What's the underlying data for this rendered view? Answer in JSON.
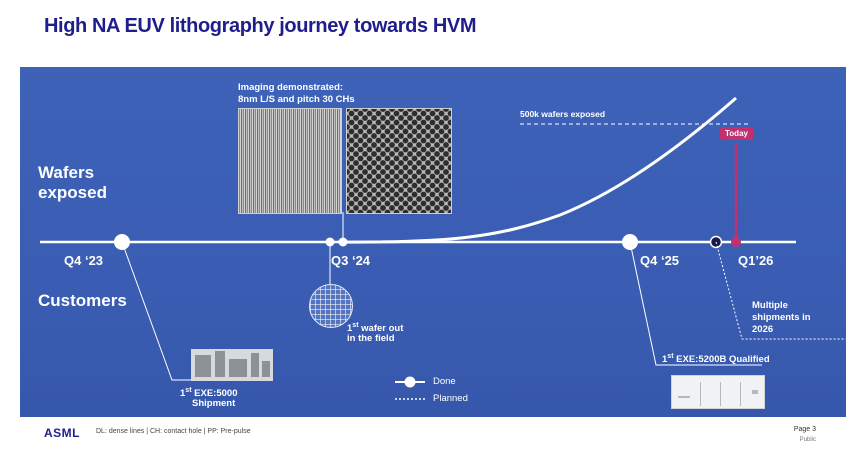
{
  "title": "High NA EUV lithography journey towards HVM",
  "axis": {
    "wafers_label_1": "Wafers",
    "wafers_label_2": "exposed",
    "customers_label": "Customers"
  },
  "milestones": {
    "q4_23": "Q4 ‘23",
    "q3_24": "Q3 ‘24",
    "q4_25": "Q4 ‘25",
    "q1_26": "Q1’26"
  },
  "imaging": {
    "line1": "Imaging demonstrated:",
    "line2": "8nm L/S and pitch 30 CHs"
  },
  "wafers_threshold": "500k wafers exposed",
  "today": "Today",
  "events": {
    "shipment_sup": "st",
    "shipment_pre": "1",
    "shipment_line1": " EXE:5000",
    "shipment_line2": "Shipment",
    "wafer_pre": "1",
    "wafer_sup": "st",
    "wafer_line1": " wafer out",
    "wafer_line2": "in the field",
    "qualified_pre": "1",
    "qualified_sup": "st",
    "qualified_line": " EXE:5200B Qualified",
    "multi_line1": "Multiple",
    "multi_line2": "shipments in",
    "multi_line3": "2026"
  },
  "legend": {
    "done": "Done",
    "planned": "Planned"
  },
  "footer": {
    "logo": "ASML",
    "note": "DL: dense lines | CH: contact hole | PP: Pre-pulse",
    "page": "Page 3",
    "classification": "Public"
  },
  "colors": {
    "title": "#1e1e8c",
    "panel": "#3a5db3",
    "today": "#c2306f"
  }
}
